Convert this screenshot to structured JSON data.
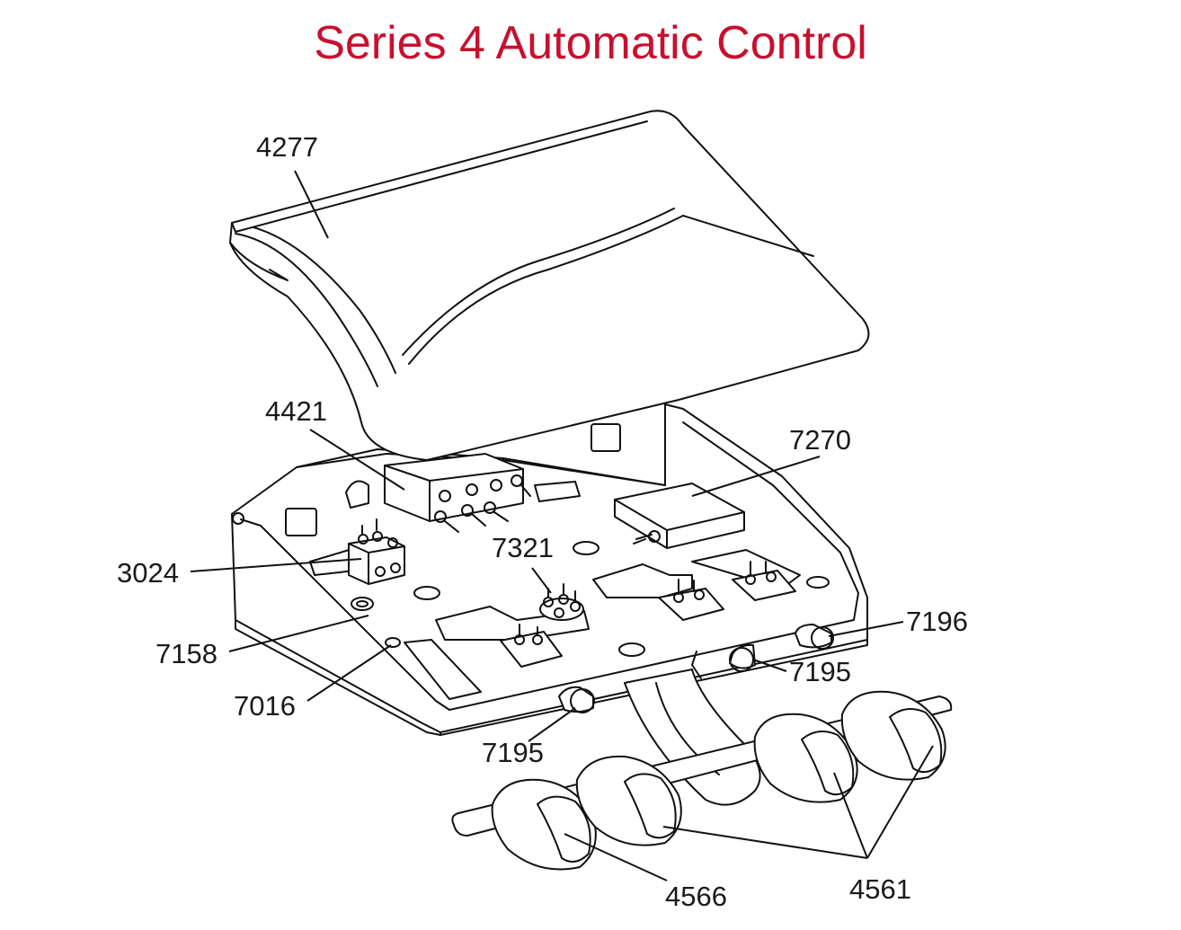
{
  "title": "Series 4 Automatic Control",
  "colors": {
    "title": "#c8102e",
    "line": "#111111",
    "background": "#ffffff"
  },
  "parts": {
    "cover": "4277",
    "manifold": "4421",
    "valve_left": "3024",
    "module": "7270",
    "center_valve": "7321",
    "fitting": "7158",
    "mount_hole": "7016",
    "foot_right": "7196",
    "foot_center": "7195",
    "foot_front": "7195",
    "pedal_left": "4566",
    "pedals": "4561"
  }
}
